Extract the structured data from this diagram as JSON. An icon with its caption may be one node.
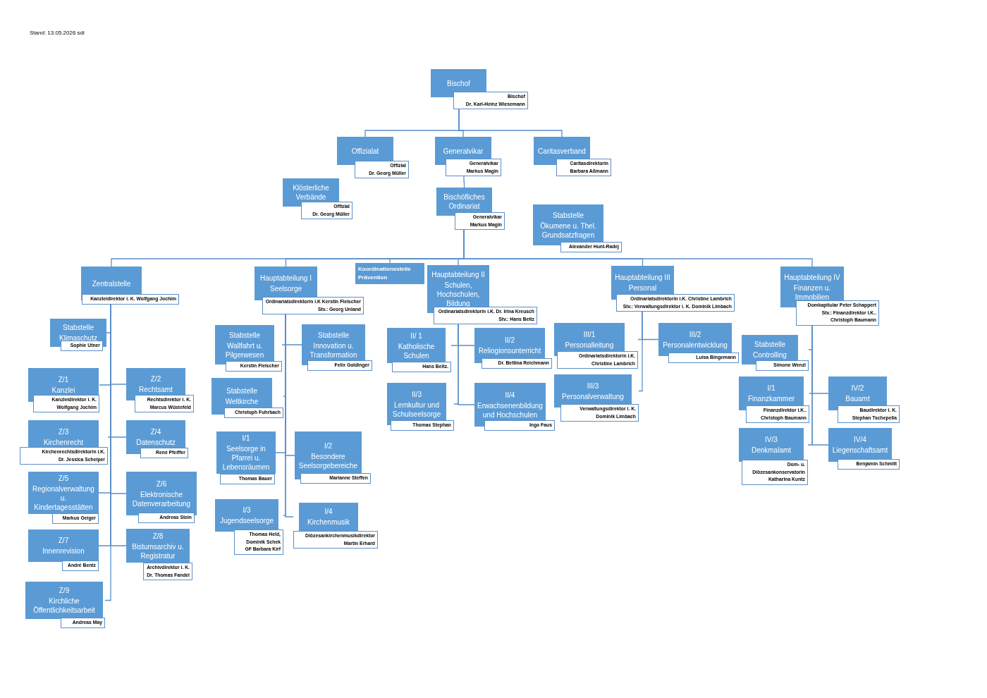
{
  "diagram": {
    "nodes": [
      {
        "text": [
          "Bischof",
          "Bischof",
          "Dr. Karl-Heinz Wiesemann"
        ]
      },
      {
        "text": [
          "Offizialat",
          "Offizial",
          "Dr. Georg Müller"
        ]
      },
      {
        "text": [
          "Generalvikar",
          "Generalvikar",
          "Markus Magin"
        ]
      },
      {
        "text": [
          "Caritasverband",
          "Caritasdirektorin",
          "Barbara Aßmann"
        ]
      },
      {
        "text": [
          "Klösterliche Verbände",
          "Offizial",
          "Dr. Georg Müller"
        ]
      },
      {
        "text": [
          "Bischöfliches Ordinariat",
          "Generalvikar",
          "Markus Magin"
        ]
      },
      {
        "text": [
          "Stabstelle",
          "Ökumene u. Thel. Grundsatzfragen",
          "Alexander Hunt-Radej"
        ]
      },
      {
        "text": [
          "Koordinationsstelle Prävention"
        ]
      },
      {
        "text": [
          "Zentralstelle",
          "Kanzleidirektor i. K. Wolfgang Jochim"
        ]
      },
      {
        "text": [
          "Stabstelle",
          "Klimaschutz",
          "Sophie Utner"
        ]
      },
      {
        "text": [
          "Z/1",
          "Kanzlei",
          "Kanzleidirektor i. K.",
          "Wolfgang Jochim"
        ]
      },
      {
        "text": [
          "Z/2",
          "Rechtsamt",
          "Rechtsdirektor i. K.",
          "Marcus Wüstefeld"
        ]
      },
      {
        "text": [
          "Z/3",
          "Kirchenrecht",
          "Kirchenrechtsdirektorin i.K.",
          "Dr. Jessica Scheiper"
        ]
      },
      {
        "text": [
          "Z/4",
          "Datenschutz",
          "René Pfeiffer"
        ]
      },
      {
        "text": [
          "Z/5",
          "Regionalverwaltung u. Kindertagesstätten",
          "Markus Geiger"
        ]
      },
      {
        "text": [
          "Z/6",
          "Elektronische Datenverarbeitung",
          "Andreas Stein"
        ]
      },
      {
        "text": [
          "Z/7",
          "Innenrevision",
          "André Bentz"
        ]
      },
      {
        "text": [
          "Z/8",
          "Bistumsarchiv u. Registratur",
          "Archivdirektor i. K.",
          "Dr. Thomas Fandel"
        ]
      },
      {
        "text": [
          "Z/9",
          "Kirchliche Öffentlichkeitsarbeit",
          "Andreas May"
        ]
      },
      {
        "text": [
          "Hauptabteilung I",
          "Seelsorge",
          "Ordinariatsdirektorin i.K Kerstin Fleischer",
          "Stv.: Georg Unland"
        ]
      },
      {
        "text": [
          "Stabstelle",
          "Wallfahrt u. Pilgerwesen",
          "Kerstin Fleischer"
        ]
      },
      {
        "text": [
          "Stabstelle",
          "Innovation u. Transformation",
          "Felix Goldinger"
        ]
      },
      {
        "text": [
          "Stabstelle",
          "Weltkirche",
          "Christoph Fuhrbach"
        ]
      },
      {
        "text": [
          "I/1",
          "Seelsorge in Pfarrei u. Lebensräumen",
          "Thomas Bauer"
        ]
      },
      {
        "text": [
          "I/2",
          "Besondere Seelsorgebereiche",
          "Marianne Steffen"
        ]
      },
      {
        "text": [
          "I/3",
          "Jugendseelsorge",
          "Thomas Held,",
          "Dominik Schek",
          "GF Barbara Kirf"
        ]
      },
      {
        "text": [
          "I/4",
          "Kirchenmusik",
          "Diözesankirchenmusikdirektor",
          "Martin Erhard"
        ]
      },
      {
        "text": [
          "Hauptabteilung II",
          "Schulen, Hochschulen, Bildung",
          "Ordinariatsdirektorin i.K. Dr. Irina Kreusch",
          "Stv.: Hans Beitz"
        ]
      },
      {
        "text": [
          "II/ 1",
          "Katholische Schulen",
          "Hans Beitz."
        ]
      },
      {
        "text": [
          "II/2",
          "Reliogionsunterricht",
          "Dr. Bettina Reichmann"
        ]
      },
      {
        "text": [
          "II/3",
          "Lernkultur und Schulseelsorge",
          "Thomas Stephan"
        ]
      },
      {
        "text": [
          "II/4",
          "Erwachsenenbildung und Hochschulen",
          "Ingo Faus"
        ]
      },
      {
        "text": [
          "Hauptabteilung III",
          "Personal",
          "Ordinariatsdirektorin i.K. Christine Lambrich",
          "Stv.: Verwaltungsdirektor i. K. Dominik Limbach"
        ]
      },
      {
        "text": [
          "III/1",
          "Personalleitung",
          "Ordinariatsdirektorin i.K.",
          "Christine Lambrich"
        ]
      },
      {
        "text": [
          "III/2",
          "Personalentwicklung",
          "Luisa Bingemann"
        ]
      },
      {
        "text": [
          "III/3",
          "Personalverwaltung",
          "Verwaltungsdirektor i. K.",
          "Dominik Limbach"
        ]
      },
      {
        "text": [
          "Hauptabteilung IV",
          "Finanzen u. Immobilien",
          "Domkapitular Peter Schappert",
          "Stv.: Finanzdirektor i.K..",
          "Christoph Baumann"
        ]
      },
      {
        "text": [
          "Stabstelle",
          "Controlling",
          "Simone Wenzl"
        ]
      },
      {
        "text": [
          "I/1",
          "Finanzkammer",
          "Finanzdirektor i.K..",
          "Christoph Baumann"
        ]
      },
      {
        "text": [
          "IV/2",
          "Bauamt",
          "Baudirektor i. K.",
          "Stephan Tschepella"
        ]
      },
      {
        "text": [
          "IV/3",
          "Denkmalamt",
          "Dom- u. Diözesankonservatorin",
          "Katharina Kuntz"
        ]
      },
      {
        "text": [
          "IV/4",
          "Liegenschaftsamt",
          "Benjamin Schmitt"
        ]
      }
    ],
    "edges": [
      {
        "from": 0,
        "to": 1,
        "arrow": "none"
      },
      {
        "from": 0,
        "to": 2,
        "arrow": "none"
      },
      {
        "from": 0,
        "to": 3,
        "arrow": "none"
      },
      {
        "from": 2,
        "to": 5,
        "arrow": "none"
      },
      {
        "from": 5,
        "to": 7,
        "arrow": "none"
      },
      {
        "from": 5,
        "to": 8,
        "arrow": "none"
      },
      {
        "from": 5,
        "to": 19,
        "arrow": "none"
      },
      {
        "from": 5,
        "to": 27,
        "arrow": "none"
      },
      {
        "from": 5,
        "to": 32,
        "arrow": "none"
      },
      {
        "from": 5,
        "to": 36,
        "arrow": "none"
      },
      {
        "from": 8,
        "to": 9,
        "arrow": "none"
      },
      {
        "from": 8,
        "to": 10,
        "arrow": "none"
      },
      {
        "from": 8,
        "to": 11,
        "arrow": "none"
      },
      {
        "from": 8,
        "to": 12,
        "arrow": "none"
      },
      {
        "from": 8,
        "to": 13,
        "arrow": "none"
      },
      {
        "from": 8,
        "to": 14,
        "arrow": "none"
      },
      {
        "from": 8,
        "to": 15,
        "arrow": "none"
      },
      {
        "from": 8,
        "to": 16,
        "arrow": "none"
      },
      {
        "from": 8,
        "to": 17,
        "arrow": "none"
      },
      {
        "from": 8,
        "to": 18,
        "arrow": "none"
      },
      {
        "from": 19,
        "to": 20,
        "arrow": "none"
      },
      {
        "from": 19,
        "to": 21,
        "arrow": "none"
      },
      {
        "from": 19,
        "to": 22,
        "arrow": "none"
      },
      {
        "from": 19,
        "to": 23,
        "arrow": "none"
      },
      {
        "from": 19,
        "to": 24,
        "arrow": "none"
      },
      {
        "from": 19,
        "to": 25,
        "arrow": "none"
      },
      {
        "from": 19,
        "to": 26,
        "arrow": "none"
      },
      {
        "from": 27,
        "to": 28,
        "arrow": "none"
      },
      {
        "from": 27,
        "to": 29,
        "arrow": "none"
      },
      {
        "from": 27,
        "to": 30,
        "arrow": "none"
      },
      {
        "from": 27,
        "to": 31,
        "arrow": "none"
      },
      {
        "from": 32,
        "to": 33,
        "arrow": "none"
      },
      {
        "from": 32,
        "to": 34,
        "arrow": "none"
      },
      {
        "from": 32,
        "to": 35,
        "arrow": "none"
      },
      {
        "from": 36,
        "to": 37,
        "arrow": "none"
      },
      {
        "from": 36,
        "to": 38,
        "arrow": "none"
      },
      {
        "from": 36,
        "to": 39,
        "arrow": "none"
      },
      {
        "from": 36,
        "to": 40,
        "arrow": "none"
      },
      {
        "from": 36,
        "to": 41,
        "arrow": "none"
      }
    ],
    "labels": [
      "Stand: 13.05.2026 sdi"
    ]
  }
}
